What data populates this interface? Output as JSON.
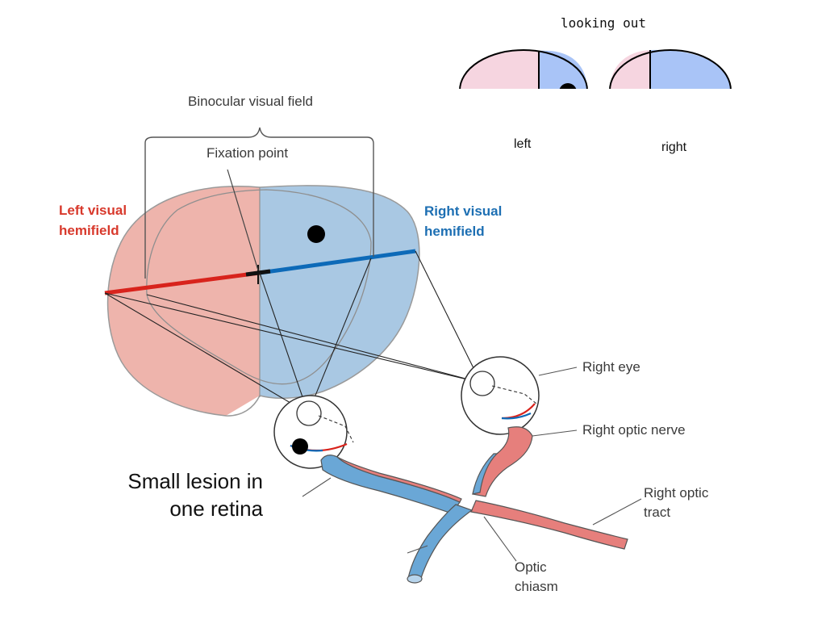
{
  "inset": {
    "caption": "looking out",
    "left_label": "left",
    "right_label": "right",
    "colors": {
      "left_field": "#f6d5e0",
      "right_field": "#a9c4f7",
      "outline": "#000000"
    }
  },
  "main": {
    "binocular_label": "Binocular visual field",
    "fixation_label": "Fixation point",
    "left_hemifield_label": [
      "Left visual",
      "hemifield"
    ],
    "right_hemifield_label": [
      "Right visual",
      "hemifield"
    ],
    "right_eye_label": "Right eye",
    "right_optic_nerve_label": "Right optic nerve",
    "right_optic_tract_label": [
      "Right optic",
      "tract"
    ],
    "optic_chiasm_label": [
      "Optic",
      "chiasm"
    ],
    "lesion_label": [
      "Small lesion in",
      "one retina"
    ],
    "colors": {
      "left_field": "#eeb4ac",
      "right_field": "#a9c8e3",
      "red_axis": "#d8231c",
      "blue_axis": "#0d6ab8",
      "nerve_red": "#e67f7c",
      "nerve_blue": "#6aa7d6"
    }
  }
}
